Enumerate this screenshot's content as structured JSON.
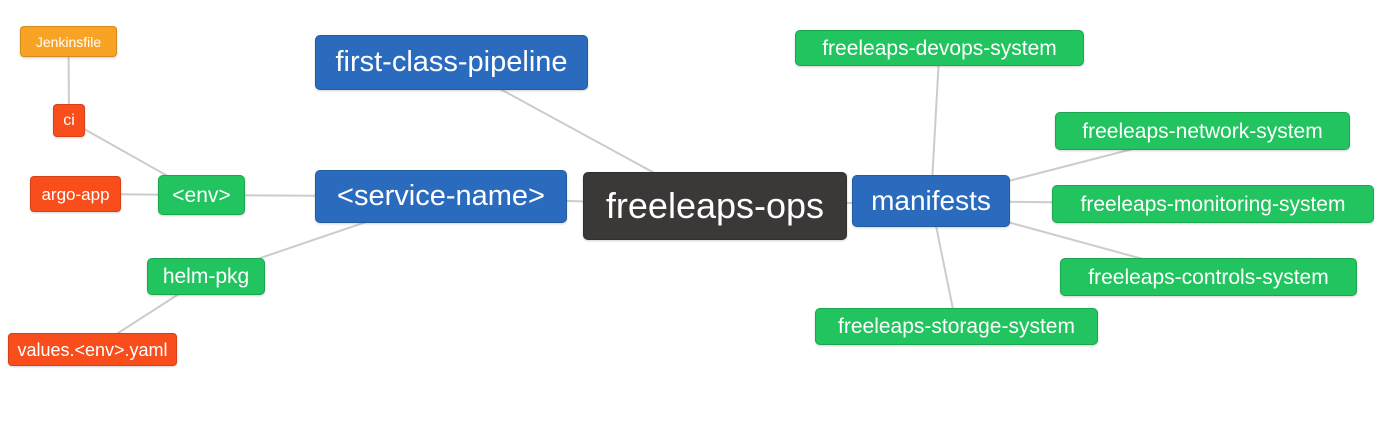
{
  "diagram": {
    "title": "freeleaps-ops repository mind map",
    "background_color": "#FFFFFF",
    "edge_color": "#CCCCCC",
    "text_color": "#FFFFFF"
  },
  "colors": {
    "blue": "#2A6BBE",
    "green": "#21C45F",
    "red": "#F94D1C",
    "orange": "#F9A325",
    "dark": "#3B3838"
  },
  "nodes": [
    {
      "id": "jenkinsfile",
      "label": "Jenkinsfile",
      "color": "orange"
    },
    {
      "id": "ci",
      "label": "ci",
      "color": "red"
    },
    {
      "id": "argo-app",
      "label": "argo-app",
      "color": "red"
    },
    {
      "id": "env",
      "label": "<env>",
      "color": "green"
    },
    {
      "id": "helm-pkg",
      "label": "helm-pkg",
      "color": "green"
    },
    {
      "id": "values-env-yaml",
      "label": "values.<env>.yaml",
      "color": "red"
    },
    {
      "id": "first-class-pipeline",
      "label": "first-class-pipeline",
      "color": "blue"
    },
    {
      "id": "service-name",
      "label": "<service-name>",
      "color": "blue"
    },
    {
      "id": "freeleaps-ops",
      "label": "freeleaps-ops",
      "color": "dark"
    },
    {
      "id": "manifests",
      "label": "manifests",
      "color": "blue"
    },
    {
      "id": "devops-system",
      "label": "freeleaps-devops-system",
      "color": "green"
    },
    {
      "id": "network-system",
      "label": "freeleaps-network-system",
      "color": "green"
    },
    {
      "id": "monitoring-system",
      "label": "freeleaps-monitoring-system",
      "color": "green"
    },
    {
      "id": "controls-system",
      "label": "freeleaps-controls-system",
      "color": "green"
    },
    {
      "id": "storage-system",
      "label": "freeleaps-storage-system",
      "color": "green"
    }
  ],
  "edges": [
    [
      "jenkinsfile",
      "ci"
    ],
    [
      "ci",
      "env"
    ],
    [
      "argo-app",
      "env"
    ],
    [
      "env",
      "service-name"
    ],
    [
      "helm-pkg",
      "service-name"
    ],
    [
      "values-env-yaml",
      "helm-pkg"
    ],
    [
      "first-class-pipeline",
      "freeleaps-ops"
    ],
    [
      "service-name",
      "freeleaps-ops"
    ],
    [
      "freeleaps-ops",
      "manifests"
    ],
    [
      "manifests",
      "devops-system"
    ],
    [
      "manifests",
      "network-system"
    ],
    [
      "manifests",
      "monitoring-system"
    ],
    [
      "manifests",
      "controls-system"
    ],
    [
      "manifests",
      "storage-system"
    ]
  ]
}
